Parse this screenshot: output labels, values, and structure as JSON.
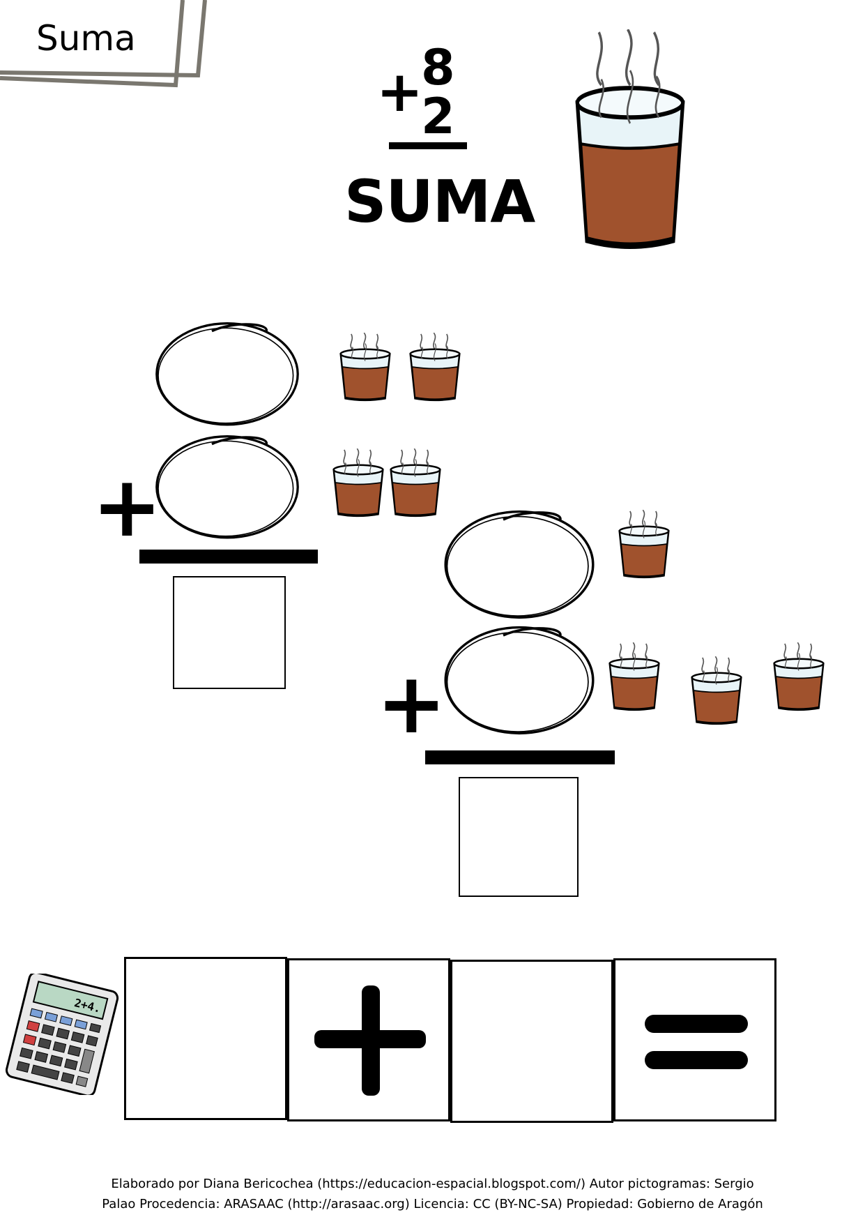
{
  "tab": {
    "label": "Suma"
  },
  "header": {
    "plus": "+",
    "top_digit": "8",
    "bottom_digit": "2",
    "word": "SUMA"
  },
  "exercises": [
    {
      "operator": "+",
      "top_count": 2,
      "bottom_count": 2
    },
    {
      "operator": "+",
      "top_count": 1,
      "bottom_count": 3
    }
  ],
  "equation": {
    "boxes": [
      "",
      "+",
      "",
      "="
    ]
  },
  "icons": {
    "header": "hot-chocolate-glass-icon",
    "calculator": "calculator-icon",
    "calculator_display": "2+4."
  },
  "footer": {
    "line1": "Elaborado por Diana Bericochea (https://educacion-espacial.blogspot.com/) Autor pictogramas: Sergio",
    "line2": "Palao Procedencia: ARASAAC (http://arasaac.org) Licencia: CC (BY-NC-SA) Propiedad: Gobierno de Aragón"
  },
  "colors": {
    "liquid": "#A0522D",
    "glass": "#E8F4F8"
  }
}
